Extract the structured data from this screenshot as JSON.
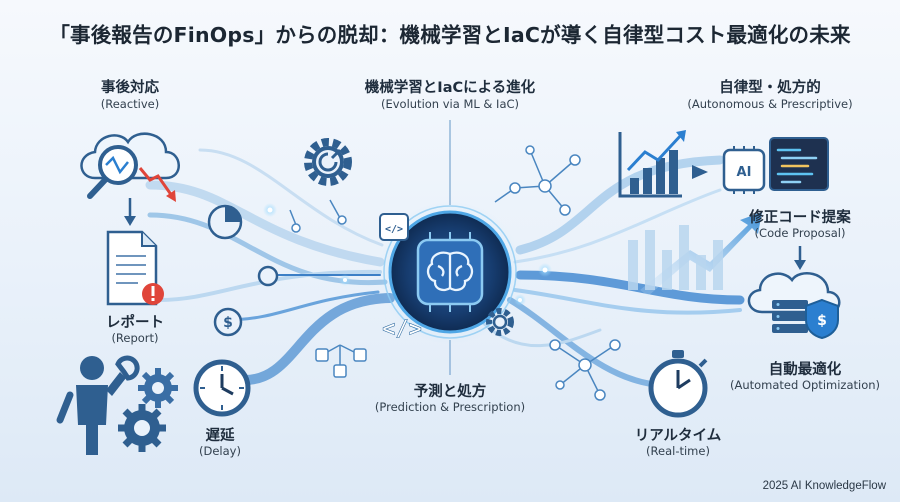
{
  "title": "「事後報告のFinOps」からの脱却：機械学習とIaCが導く自律型コスト最適化の未来",
  "sections": {
    "reactive": {
      "jp": "事後対応",
      "en": "(Reactive)"
    },
    "evolution": {
      "jp": "機械学習とIaCによる進化",
      "en": "(Evolution via ML & IaC)"
    },
    "autonomous": {
      "jp": "自律型・処方的",
      "en": "(Autonomous & Prescriptive)"
    }
  },
  "labels": {
    "report": {
      "jp": "レポート",
      "en": "(Report)"
    },
    "delay": {
      "jp": "遅延",
      "en": "(Delay)"
    },
    "prediction": {
      "jp": "予測と処方",
      "en": "(Prediction & Prescription)"
    },
    "realtime": {
      "jp": "リアルタイム",
      "en": "(Real-time)"
    },
    "code_proposal": {
      "jp": "修正コード提案",
      "en": "(Code Proposal)"
    },
    "auto_opt": {
      "jp": "自動最適化",
      "en": "(Automated Optimization)"
    }
  },
  "icons": {
    "ai_badge": "AI",
    "code_symbol": "</>"
  },
  "credit": "2025 AI KnowledgeFlow",
  "colors": {
    "accent_blue": "#2b7fd0",
    "dark_blue": "#1e5f99",
    "warning_red": "#e0453a",
    "cyan_glow": "#39c6f0"
  }
}
